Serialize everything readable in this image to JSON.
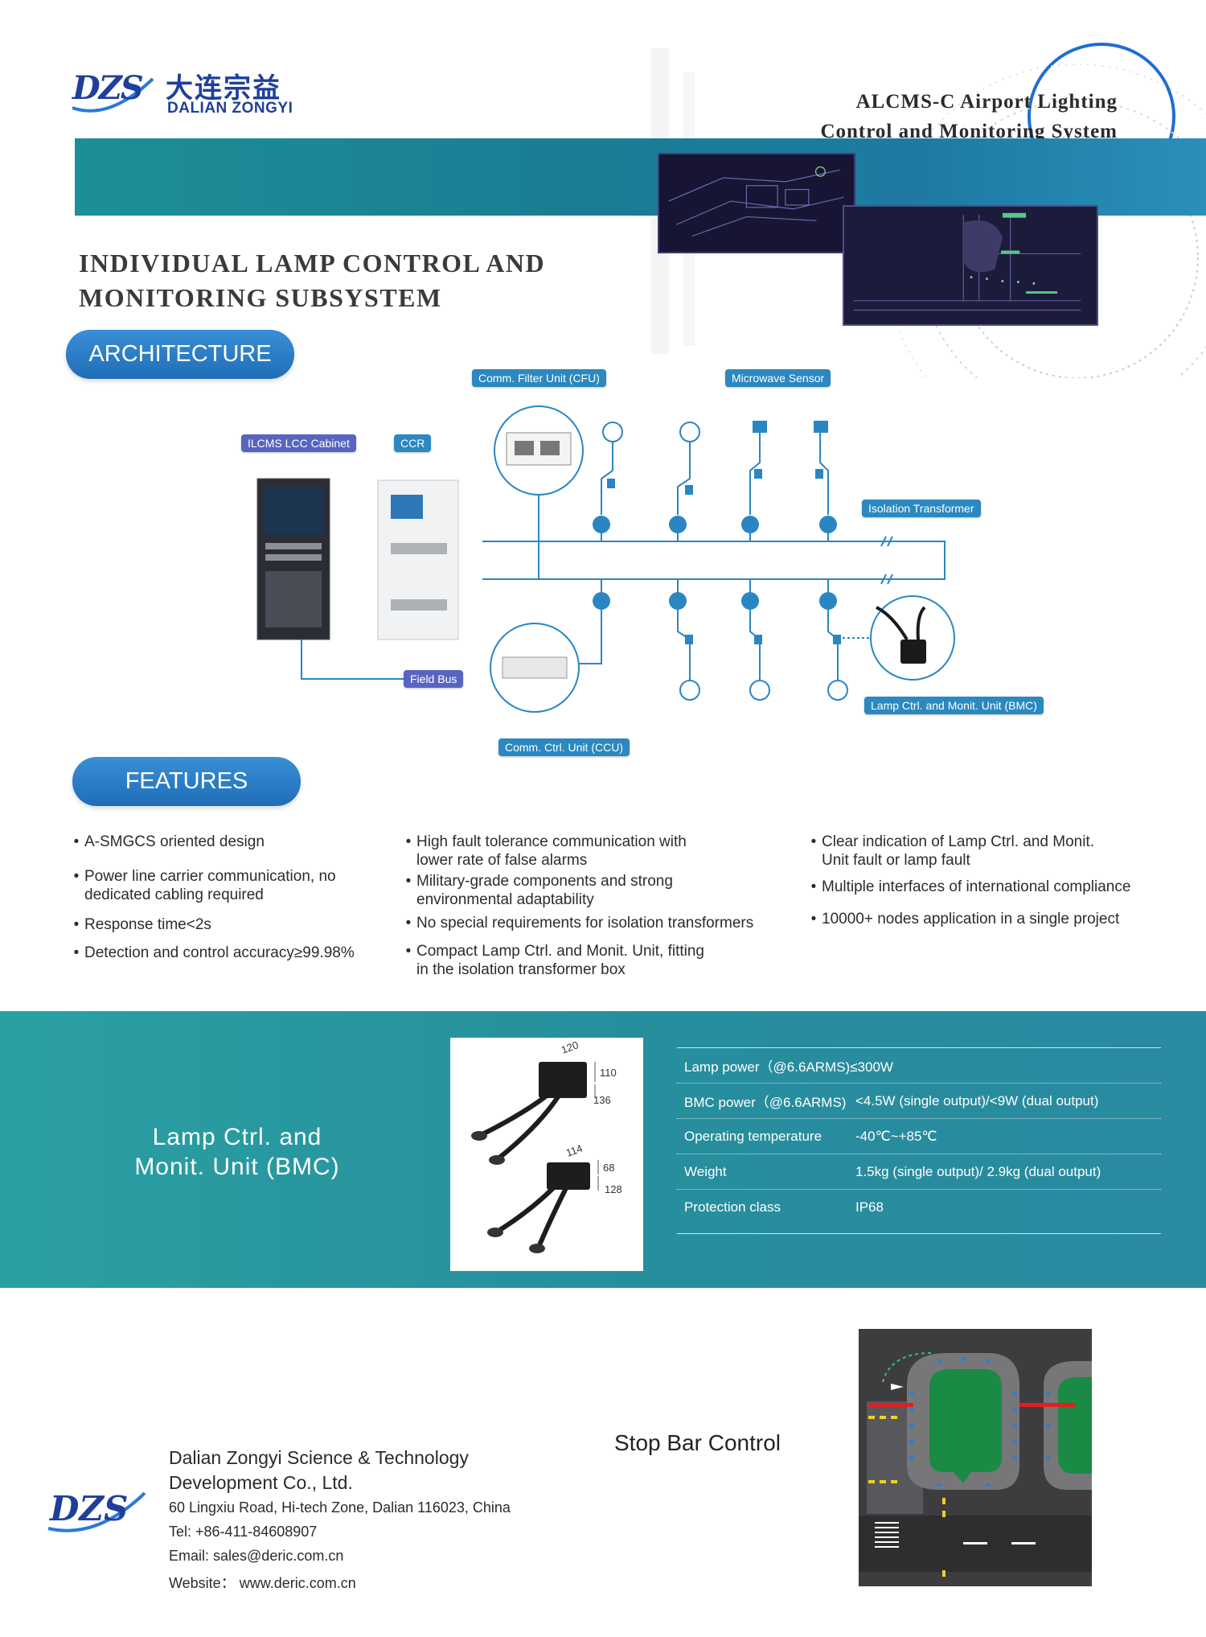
{
  "brand": {
    "logo_mark": "DZS",
    "name_cn": "大连宗益",
    "name_en": "DALIAN ZONGYI"
  },
  "header": {
    "system_title_line1": "ALCMS-C Airport Lighting",
    "system_title_line2": "Control and Monitoring System",
    "accent_color": "#1a8a98"
  },
  "subsystem": {
    "title_line1": "INDIVIDUAL LAMP CONTROL AND",
    "title_line2": "MONITORING SUBSYSTEM"
  },
  "architecture": {
    "heading": "ARCHITECTURE",
    "labels": {
      "cfu": "Comm. Filter Unit (CFU)",
      "microwave": "Microwave Sensor",
      "ilcms": "ILCMS LCC Cabinet",
      "ccr": "CCR",
      "isolation": "Isolation Transformer",
      "fieldbus": "Field Bus",
      "bmc": "Lamp Ctrl. and Monit. Unit (BMC)",
      "ccu": "Comm. Ctrl. Unit (CCU)"
    }
  },
  "features": {
    "heading": "FEATURES",
    "col1": [
      [
        "A-SMGCS oriented design"
      ],
      [
        "Power line carrier communication, no",
        "dedicated cabling required"
      ],
      [
        "Response time<2s"
      ],
      [
        "Detection and control accuracy≥99.98%"
      ]
    ],
    "col2": [
      [
        "High fault tolerance communication with",
        "lower rate of false alarms"
      ],
      [
        "Military-grade components and strong",
        "environmental adaptability"
      ],
      [
        "No special requirements for isolation transformers"
      ],
      [
        "Compact Lamp Ctrl. and Monit. Unit, fitting",
        "in the isolation transformer box"
      ]
    ],
    "col3": [
      [
        "Clear indication of Lamp Ctrl. and Monit.",
        "Unit fault or lamp fault"
      ],
      [
        "Multiple interfaces of international compliance"
      ],
      [
        "10000+ nodes application in a single project"
      ]
    ]
  },
  "bmc": {
    "title_line1": "Lamp Ctrl. and",
    "title_line2": "Monit. Unit (BMC)",
    "dims_single": [
      "120",
      "110",
      "136"
    ],
    "dims_dual": [
      "114",
      "68",
      "128"
    ],
    "specs": [
      {
        "key": "Lamp power（@6.6ARMS)≤300W",
        "value": ""
      },
      {
        "key": "BMC power（@6.6ARMS)",
        "value": "<4.5W (single output)/<9W (dual output)"
      },
      {
        "key": "Operating temperature",
        "value": "-40℃~+85℃"
      },
      {
        "key": "Weight",
        "value": "1.5kg (single output)/ 2.9kg (dual output)"
      },
      {
        "key": "Protection class",
        "value": "IP68"
      }
    ]
  },
  "company": {
    "name_line1": "Dalian Zongyi Science & Technology",
    "name_line2": "Development Co., Ltd.",
    "address": "60 Lingxiu Road, Hi-tech Zone, Dalian 116023, China",
    "tel": "Tel: +86-411-84608907",
    "email": "Email: sales@deric.com.cn",
    "website": "Website： www.deric.com.cn"
  },
  "stop_bar": {
    "title": "Stop Bar Control"
  }
}
